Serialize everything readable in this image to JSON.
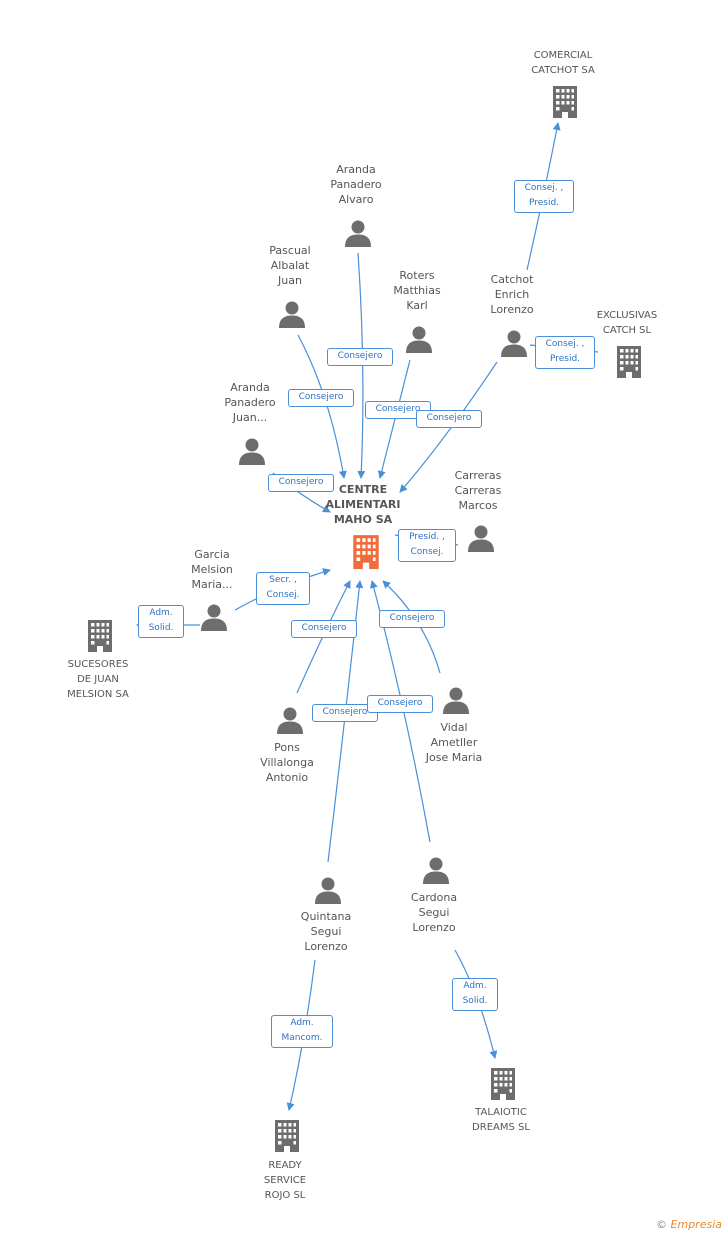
{
  "colors": {
    "edge": "#4a8fd9",
    "person": "#6d6d6d",
    "company": "#6d6d6d",
    "center": "#f26b3a"
  },
  "center": {
    "label": "CENTRE\nALIMENTARI\nMAHO SA",
    "icon": "building-icon"
  },
  "persons": [
    {
      "id": "aranda-alvaro",
      "label": "Aranda\nPanadero\nAlvaro",
      "icon": "person-icon"
    },
    {
      "id": "pascual",
      "label": "Pascual\nAlbalat\nJuan",
      "icon": "person-icon"
    },
    {
      "id": "roters",
      "label": "Roters\nMatthias\nKarl",
      "icon": "person-icon"
    },
    {
      "id": "catchot",
      "label": "Catchot\nEnrich\nLorenzo",
      "icon": "person-icon"
    },
    {
      "id": "aranda-juan",
      "label": "Aranda\nPanadero\nJuan...",
      "icon": "person-icon"
    },
    {
      "id": "carreras",
      "label": "Carreras\nCarreras\nMarcos",
      "icon": "person-icon"
    },
    {
      "id": "garcia",
      "label": "Garcia\nMelsion\nMaria...",
      "icon": "person-icon"
    },
    {
      "id": "vidal",
      "label": "Vidal\nAmetller\nJose Maria",
      "icon": "person-icon"
    },
    {
      "id": "pons",
      "label": "Pons\nVillalonga\nAntonio",
      "icon": "person-icon"
    },
    {
      "id": "quintana",
      "label": "Quintana\nSegui\nLorenzo",
      "icon": "person-icon"
    },
    {
      "id": "cardona",
      "label": "Cardona\nSegui\nLorenzo",
      "icon": "person-icon"
    }
  ],
  "companies": [
    {
      "id": "comercial",
      "label": "COMERCIAL\nCATCHOT SA",
      "icon": "building-icon"
    },
    {
      "id": "exclusivas",
      "label": "EXCLUSIVAS\nCATCH SL",
      "icon": "building-icon"
    },
    {
      "id": "sucesores",
      "label": "SUCESORES\nDE JUAN\nMELSION SA",
      "icon": "building-icon"
    },
    {
      "id": "talaiotic",
      "label": "TALAIOTIC\nDREAMS SL",
      "icon": "building-icon"
    },
    {
      "id": "ready",
      "label": "READY\nSERVICE\nROJO SL",
      "icon": "building-icon"
    }
  ],
  "relations": [
    {
      "id": "r-comercial",
      "label": "Consej. ,\nPresid."
    },
    {
      "id": "r-exclusivas",
      "label": "Consej. ,\nPresid."
    },
    {
      "id": "r-aranda-alvaro",
      "label": "Consejero"
    },
    {
      "id": "r-pascual",
      "label": "Consejero"
    },
    {
      "id": "r-roters",
      "label": "Consejero"
    },
    {
      "id": "r-catchot",
      "label": "Consejero"
    },
    {
      "id": "r-aranda-juan",
      "label": "Consejero"
    },
    {
      "id": "r-carreras",
      "label": "Presid. ,\nConsej."
    },
    {
      "id": "r-garcia",
      "label": "Secr. ,\nConsej."
    },
    {
      "id": "r-sucesores",
      "label": "Adm.\nSolid."
    },
    {
      "id": "r-pons",
      "label": "Consejero"
    },
    {
      "id": "r-vidal",
      "label": "Consejero"
    },
    {
      "id": "r-quintana",
      "label": "Consejero"
    },
    {
      "id": "r-cardona",
      "label": "Consejero"
    },
    {
      "id": "r-talaiotic",
      "label": "Adm.\nSolid."
    },
    {
      "id": "r-ready",
      "label": "Adm.\nMancom."
    }
  ],
  "footer": {
    "copyright": "©",
    "brand": "Empresia"
  }
}
